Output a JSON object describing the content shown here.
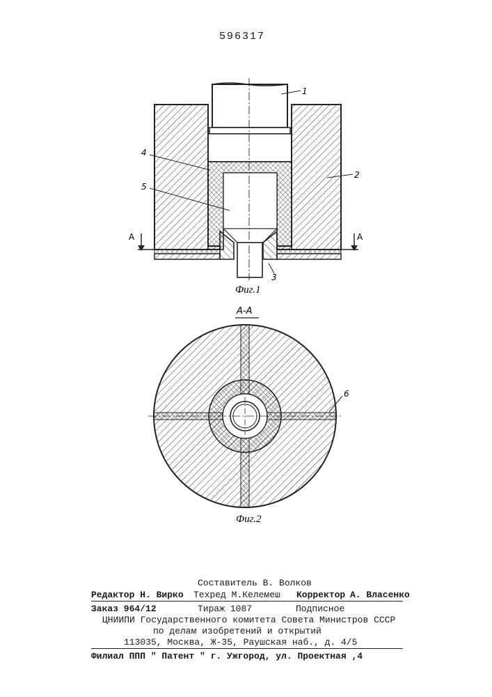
{
  "header": {
    "patent_number": "596317"
  },
  "figure1": {
    "labels": {
      "l1": "1",
      "l2": "2",
      "l3": "3",
      "l4": "4",
      "l5": "5",
      "section_left": "A",
      "section_right": "A"
    },
    "caption": "Фиг.1"
  },
  "figure2": {
    "section_title": "A-A",
    "labels": {
      "l6": "6"
    },
    "caption": "Фиг.2"
  },
  "imprint": {
    "compiler": "Составитель В. Волков",
    "editor": "Редактор Н. Вирко",
    "techred": "Техред М.Келемеш",
    "corrector_label": "Корректор",
    "corrector_name": "А. Власенко",
    "order": "Заказ 964/12",
    "circulation": "Тираж 1087",
    "subscription": "Подписное",
    "org_line1": "ЦНИИПИ Государственного комитета Совета Министров СССР",
    "org_line2": "по делам изобретений и открытий",
    "address": "113035, Москва, Ж-35, Раушская наб., д. 4/5",
    "branch": "Филиал ППП \" Патент \" г. Ужгород, ул. Проектная ,4"
  }
}
